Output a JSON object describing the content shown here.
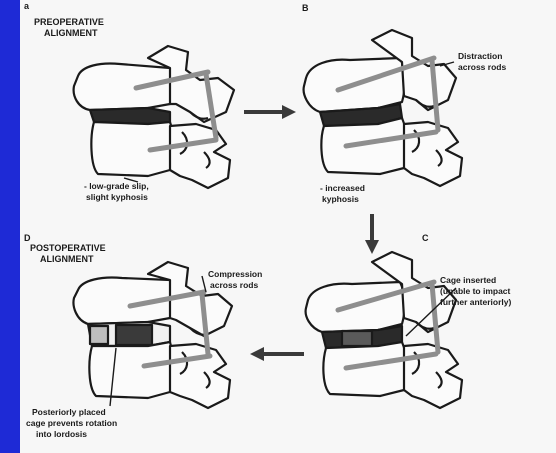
{
  "panels": {
    "a": {
      "letter": "a",
      "heading_line1": "PREOPERATIVE",
      "heading_line2": "ALIGNMENT",
      "caption_line1": "- low-grade slip,",
      "caption_line2": "slight kyphosis"
    },
    "b": {
      "letter": "B",
      "note_line1": "Distraction",
      "note_line2": "across rods",
      "caption_line1": "- increased",
      "caption_line2": "kyphosis"
    },
    "c": {
      "letter": "C",
      "note_line1": "Cage inserted",
      "note_line2": "(unable to impact",
      "note_line3": "further anteriorly)"
    },
    "d": {
      "letter": "D",
      "heading_line1": "POSTOPERATIVE",
      "heading_line2": "ALIGNMENT",
      "note_line1": "Compression",
      "note_line2": "across rods",
      "caption_line1": "Posteriorly placed",
      "caption_line2": "cage prevents rotation",
      "caption_line3": "into lordosis"
    }
  },
  "colors": {
    "slide_background": "#1e2ad6",
    "figure_background": "#f7f7f7",
    "ink": "#1a1a1a",
    "rod_gray": "#9a9a9a"
  }
}
